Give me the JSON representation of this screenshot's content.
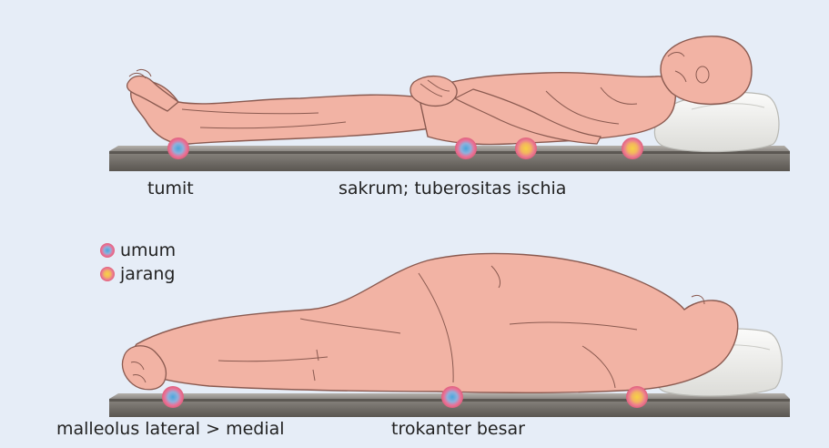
{
  "labels": {
    "tumit": "tumit",
    "sakrum": "sakrum; tuberositas ischia",
    "malleolus": "malleolus lateral > medial",
    "trokanter": "trokanter besar"
  },
  "legend": {
    "items": [
      {
        "label": "umum",
        "kind": "common"
      },
      {
        "label": "jarang",
        "kind": "rare"
      }
    ]
  },
  "colors": {
    "background": "#e6edf7",
    "skin": "#f2b3a4",
    "skin_outline": "#8a5a50",
    "surface_top": "#a39f9a",
    "surface_front": "#6b6762",
    "pillow": "#f4f4f2",
    "marker_ring": "#e8749a",
    "marker_common_center": "#5fb0dc",
    "marker_rare_center": "#f5c94a"
  },
  "icons": [
    "common-pressure-marker-icon",
    "rare-pressure-marker-icon"
  ]
}
